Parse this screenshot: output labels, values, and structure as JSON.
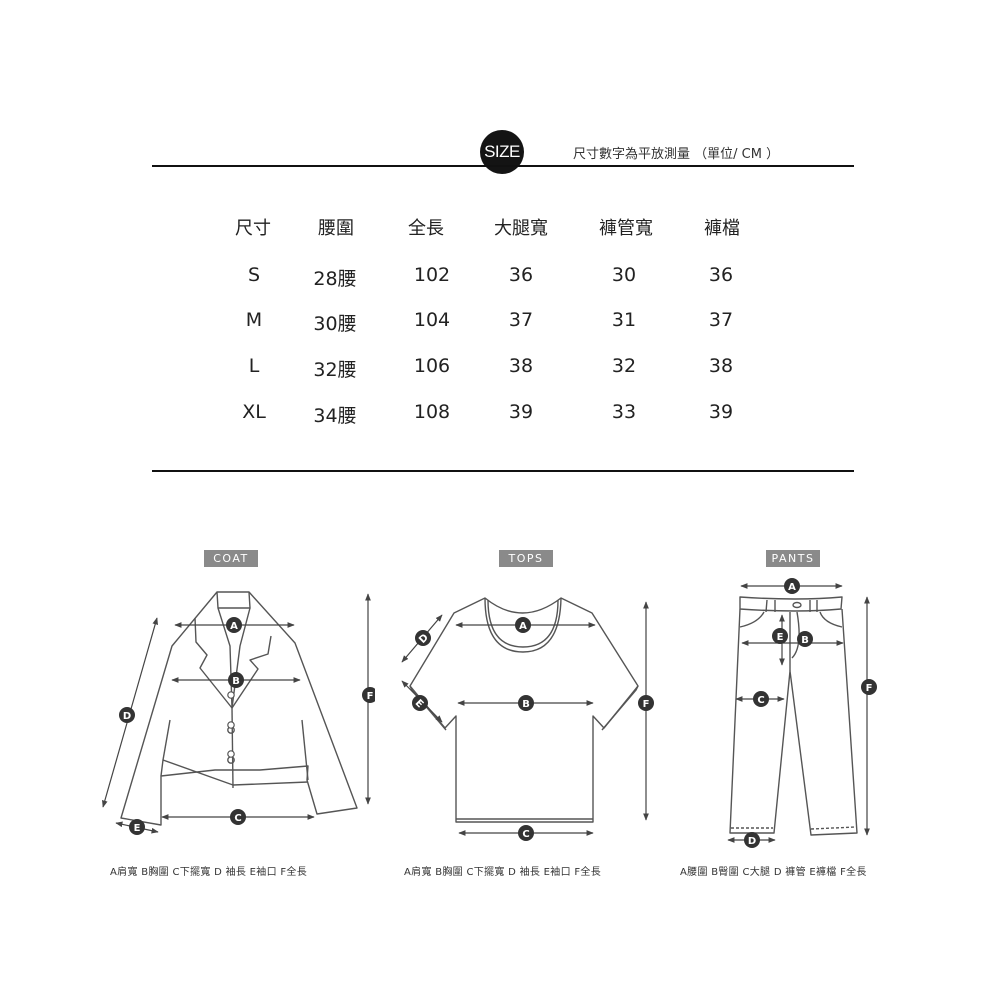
{
  "header": {
    "badge": "SIZE",
    "note": "尺寸數字為平放測量 （單位/ CM ）"
  },
  "table": {
    "columns": [
      "尺寸",
      "腰圍",
      "全長",
      "大腿寬",
      "褲管寬",
      "褲檔"
    ],
    "rows": [
      [
        "S",
        "28腰",
        "102",
        "36",
        "30",
        "36"
      ],
      [
        "M",
        "30腰",
        "104",
        "37",
        "31",
        "37"
      ],
      [
        "L",
        "32腰",
        "106",
        "38",
        "32",
        "38"
      ],
      [
        "XL",
        "34腰",
        "108",
        "39",
        "33",
        "39"
      ]
    ]
  },
  "diagrams": {
    "coat": {
      "title": "COAT",
      "markers": [
        "A",
        "B",
        "C",
        "D",
        "E",
        "F"
      ],
      "legend": "A肩寬 B胸圍 C下擺寬 D 袖長 E袖口 F全長"
    },
    "tops": {
      "title": "TOPS",
      "markers": [
        "A",
        "B",
        "C",
        "D",
        "E",
        "F"
      ],
      "legend": "A肩寬 B胸圍 C下擺寬 D 袖長 E袖口 F全長"
    },
    "pants": {
      "title": "PANTS",
      "markers": [
        "A",
        "B",
        "C",
        "D",
        "E",
        "F"
      ],
      "legend": "A腰圍 B臀圍 C大腿 D 褲管 E褲檔 F全長"
    }
  },
  "colors": {
    "rule": "#111111",
    "badge_bg": "#141414",
    "label_bg": "#8a8a8a",
    "line": "#555555",
    "marker": "#333333"
  }
}
